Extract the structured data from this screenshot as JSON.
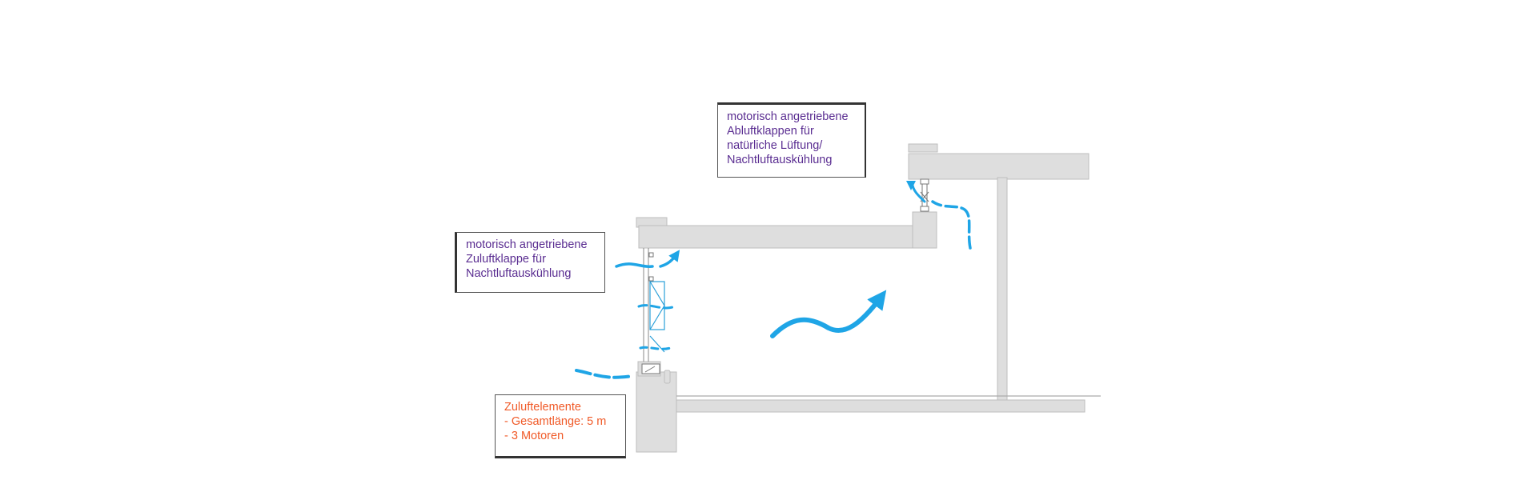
{
  "labels": {
    "abluft": {
      "lines": [
        "motorisch angetriebene",
        "Abluftklappen für",
        "natürliche Lüftung/",
        "Nachtluftauskühlung"
      ],
      "color": "#5a2d91"
    },
    "zuluft": {
      "lines": [
        "motorisch angetriebene",
        "Zuluftklappe für",
        "Nachtluftauskühlung"
      ],
      "color": "#5a2d91"
    },
    "elemente": {
      "lines": [
        "Zuluftelemente",
        "- Gesamtlänge: 5 m",
        "- 3 Motoren"
      ],
      "color": "#f05a28"
    }
  },
  "colors": {
    "structure_fill": "#dedede",
    "structure_stroke": "#bdbdbd",
    "airflow": "#1fa5e6",
    "window_frame": "#2a9fd8",
    "box_border": "#333333"
  },
  "icons": [
    "airflow-arrow-icon",
    "flap-hinge-icon",
    "window-frame-icon"
  ]
}
